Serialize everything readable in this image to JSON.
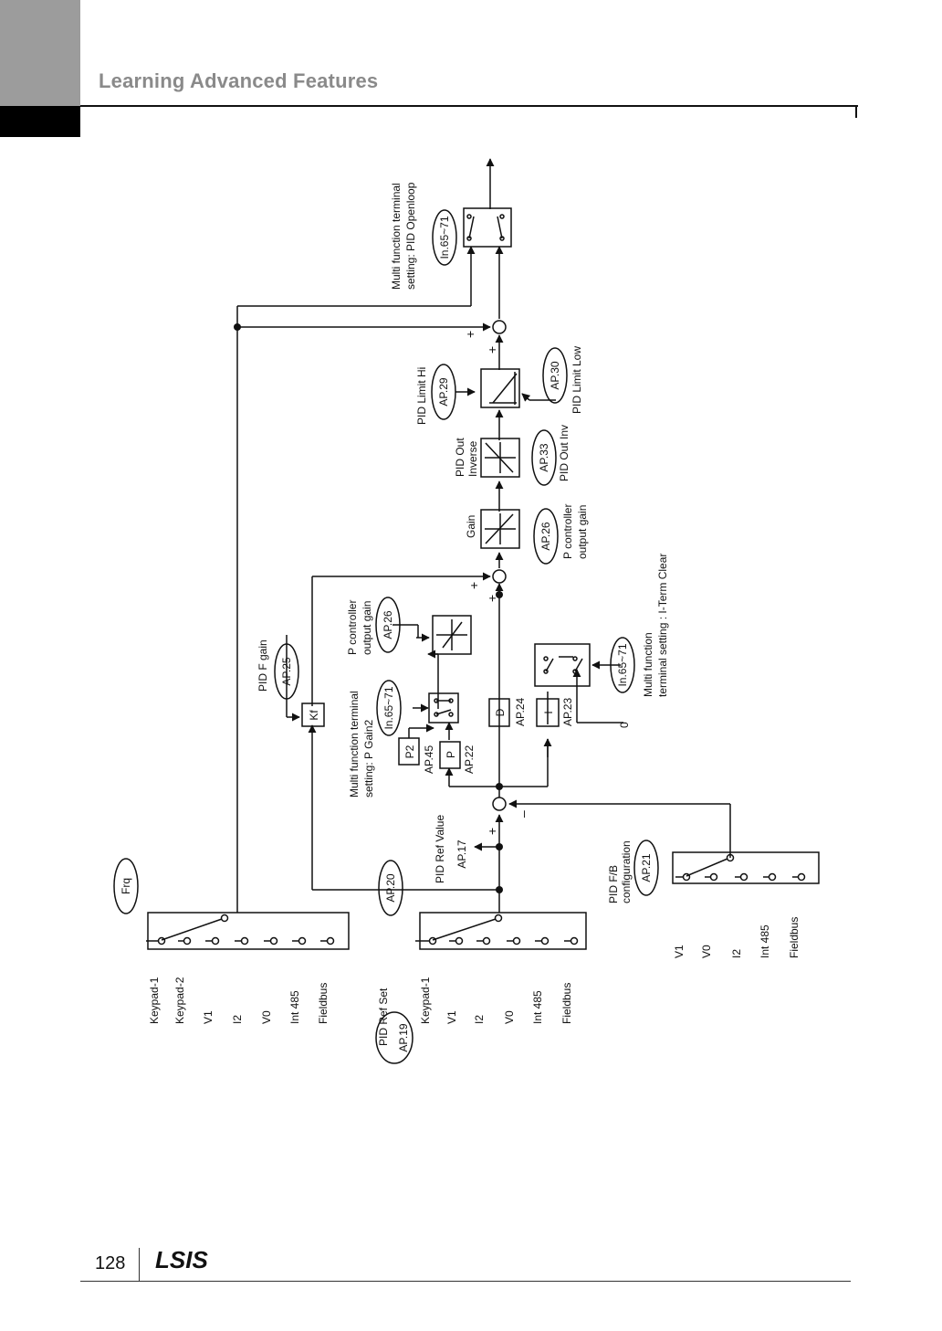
{
  "header": {
    "title": "Learning Advanced Features"
  },
  "footer": {
    "page_number": "128",
    "logo_text": "LSIS"
  },
  "diagram": {
    "frq_selector": {
      "param": "Frq",
      "inputs": [
        "Keypad-1",
        "Keypad-2",
        "V1",
        "I2",
        "V0",
        "Int 485",
        "Fieldbus"
      ]
    },
    "ref_selector": {
      "param": "AP.20",
      "title": "PID Ref Set",
      "title_param": "AP.19",
      "inputs": [
        "Keypad-1",
        "V1",
        "I2",
        "V0",
        "Int 485",
        "Fieldbus"
      ]
    },
    "fb_selector": {
      "param": "AP.21",
      "title_line1": "PID F/B",
      "title_line2": "configuration",
      "inputs": [
        "V1",
        "V0",
        "I2",
        "Int 485",
        "Fieldbus"
      ]
    },
    "ref_value": {
      "label": "PID Ref Value",
      "param": "AP.17"
    },
    "f_gain": {
      "label": "PID F gain",
      "param": "AP.25",
      "block": "Kf"
    },
    "p_block": {
      "block": "P",
      "param": "AP.22"
    },
    "p2_block": {
      "block": "P2",
      "param": "AP.45"
    },
    "p_gain2_switch": {
      "label_line1": "Multi function terminal",
      "label_line2": "setting: P Gain2",
      "param": "In.65~71"
    },
    "p_output_gain": {
      "label_line1": "P controller",
      "label_line2": "output gain",
      "param": "AP.26"
    },
    "d_block": {
      "block": "D",
      "param": "AP.24"
    },
    "i_block": {
      "block": "I",
      "param": "AP.23"
    },
    "i_clear": {
      "label_line1": "Multi function",
      "label_line2": "terminal setting : I-Term Clear",
      "param": "In.65~71",
      "zero": "0"
    },
    "gain_block": {
      "label": "Gain",
      "param": "AP.26",
      "desc_line1": "P controller",
      "desc_line2": "output gain"
    },
    "out_inverse": {
      "label_line1": "PID Out",
      "label_line2": "Inverse",
      "param": "AP.33",
      "desc": "PID Out Inv"
    },
    "limit": {
      "hi_label": "PID Limit Hi",
      "hi_param": "AP.29",
      "lo_param": "AP.30",
      "lo_label": "PID Limit Low"
    },
    "openloop": {
      "label_line1": "Multi function terminal",
      "label_line2": "setting: PID Openloop",
      "param": "In.65~71"
    },
    "signs": {
      "plus": "+",
      "minus": "–"
    }
  }
}
